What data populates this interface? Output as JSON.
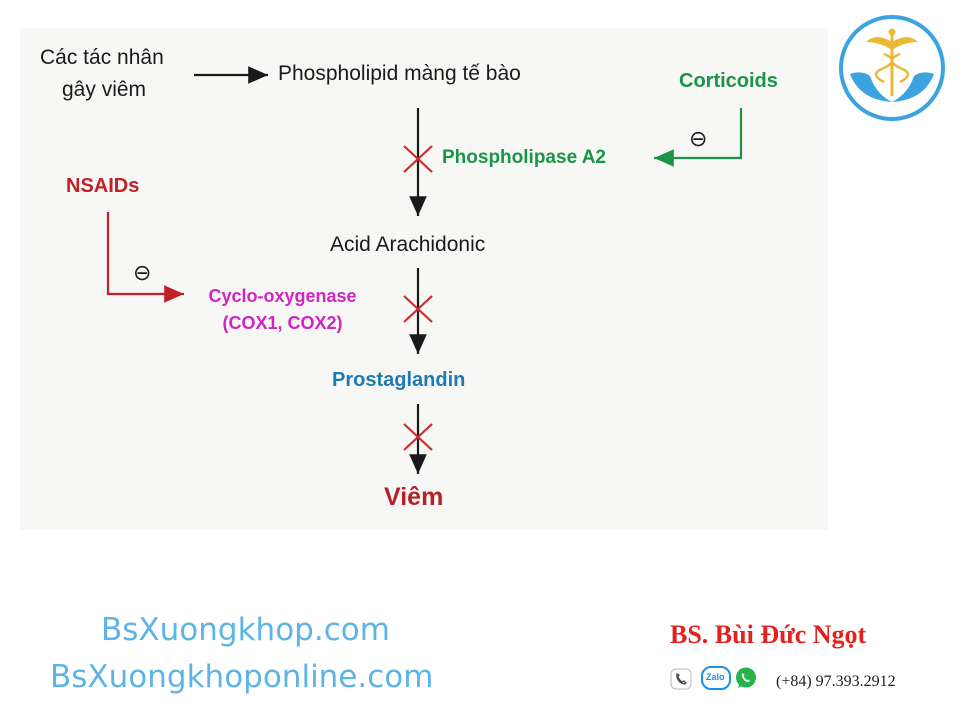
{
  "diagram": {
    "causes": [
      "Các tác nhân",
      "gây viêm"
    ],
    "phospholipid": "Phospholipid màng tế bào",
    "corticoids": "Corticoids",
    "inhibit_symbol": "⊖",
    "phospholipase": "Phospholipase A2",
    "nsaids": "NSAIDs",
    "arachidonic": "Acid Arachidonic",
    "cox": [
      "Cyclo-oxygenase",
      "(COX1, COX2)"
    ],
    "prostaglandin": "Prostaglandin",
    "viem": "Viêm",
    "colors": {
      "green": "#1a9548",
      "red": "#c21f29",
      "magenta": "#d124c4",
      "blue": "#1d7ab4",
      "cross": "#d02a2a"
    }
  },
  "footer": {
    "site1": "BsXuongkhop.com",
    "site2": "BsXuongkhoponline.com",
    "doctor": "BS. Bùi Đức Ngọt",
    "zalo": "Zalo",
    "phone": "(+84) 97.393.2912",
    "icons": [
      "phone-icon",
      "zalo-icon",
      "whatsapp-icon"
    ]
  },
  "logo": {
    "icon": "caduceus-hands-icon",
    "colors": {
      "ring": "#3aa3e0",
      "gold": "#e9b93a"
    }
  }
}
